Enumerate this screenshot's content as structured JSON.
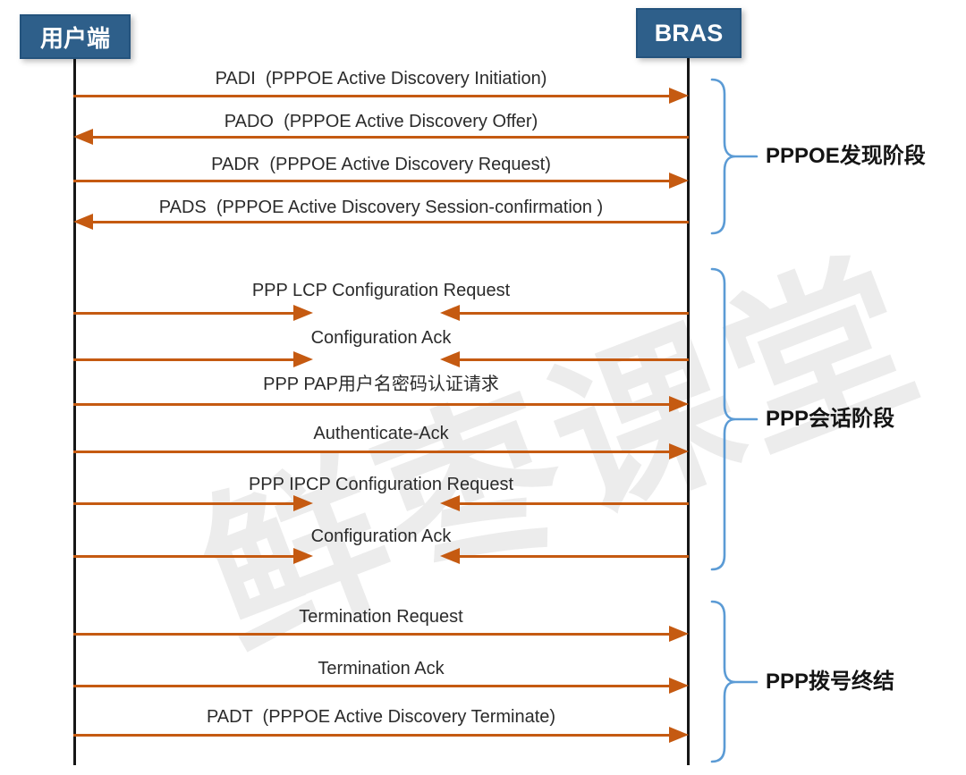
{
  "watermark": {
    "text": "鲜枣课堂"
  },
  "actors": [
    {
      "name": "用户端"
    },
    {
      "name": "BRAS"
    }
  ],
  "messages": [
    {
      "label": "PADI  (PPPOE Active Discovery Initiation)",
      "direction": "client-to-bras"
    },
    {
      "label": "PADO  (PPPOE Active Discovery Offer)",
      "direction": "bras-to-client"
    },
    {
      "label": "PADR  (PPPOE Active Discovery Request)",
      "direction": "client-to-bras"
    },
    {
      "label": "PADS  (PPPOE Active Discovery Session-confirmation )",
      "direction": "bras-to-client"
    },
    {
      "label": "PPP LCP Configuration Request",
      "direction": "both"
    },
    {
      "label": "Configuration Ack",
      "direction": "both"
    },
    {
      "label": "PPP PAP用户名密码认证请求",
      "direction": "client-to-bras"
    },
    {
      "label": "Authenticate-Ack",
      "direction": "client-to-bras"
    },
    {
      "label": "PPP IPCP Configuration Request",
      "direction": "both"
    },
    {
      "label": "Configuration Ack",
      "direction": "both"
    },
    {
      "label": "Termination Request",
      "direction": "client-to-bras"
    },
    {
      "label": "Termination Ack",
      "direction": "client-to-bras"
    },
    {
      "label": "PADT  (PPPOE Active Discovery Terminate)",
      "direction": "client-to-bras"
    }
  ],
  "phases": [
    {
      "label": "PPPOE发现阶段"
    },
    {
      "label": "PPP会话阶段"
    },
    {
      "label": "PPP拨号终结"
    }
  ],
  "colors": {
    "arrow": "#c55a11",
    "actor_bg": "#2e5f8a",
    "bracket": "#5b9bd5",
    "lifeline": "#161616",
    "watermark": "#ececec"
  }
}
